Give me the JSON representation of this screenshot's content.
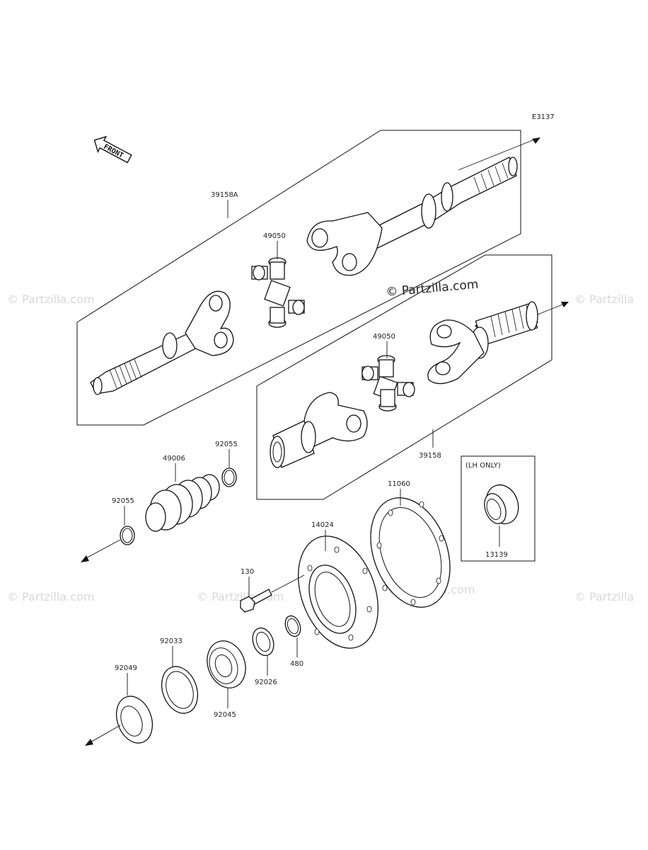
{
  "diagram": {
    "code": "E3137",
    "front_label": "FRONT",
    "watermark_main": "© Partzilla.com",
    "watermark_faint": [
      "© Partzilla.com",
      "© Partzilla",
      "© Partzilla.com",
      "© Partzilla.com",
      "© Partzilla.com",
      "© Partzilla"
    ],
    "lh_only": "(LH ONLY)",
    "parts": {
      "p39158A": "39158A",
      "p49050a": "49050",
      "p49050b": "49050",
      "p39158": "39158",
      "p92055a": "92055",
      "p92055b": "92055",
      "p49006": "49006",
      "p11060": "11060",
      "p14024": "14024",
      "p130": "130",
      "p13139": "13139",
      "p92033": "92033",
      "p92049": "92049",
      "p92045": "92045",
      "p92026": "92026",
      "p480": "480"
    }
  }
}
